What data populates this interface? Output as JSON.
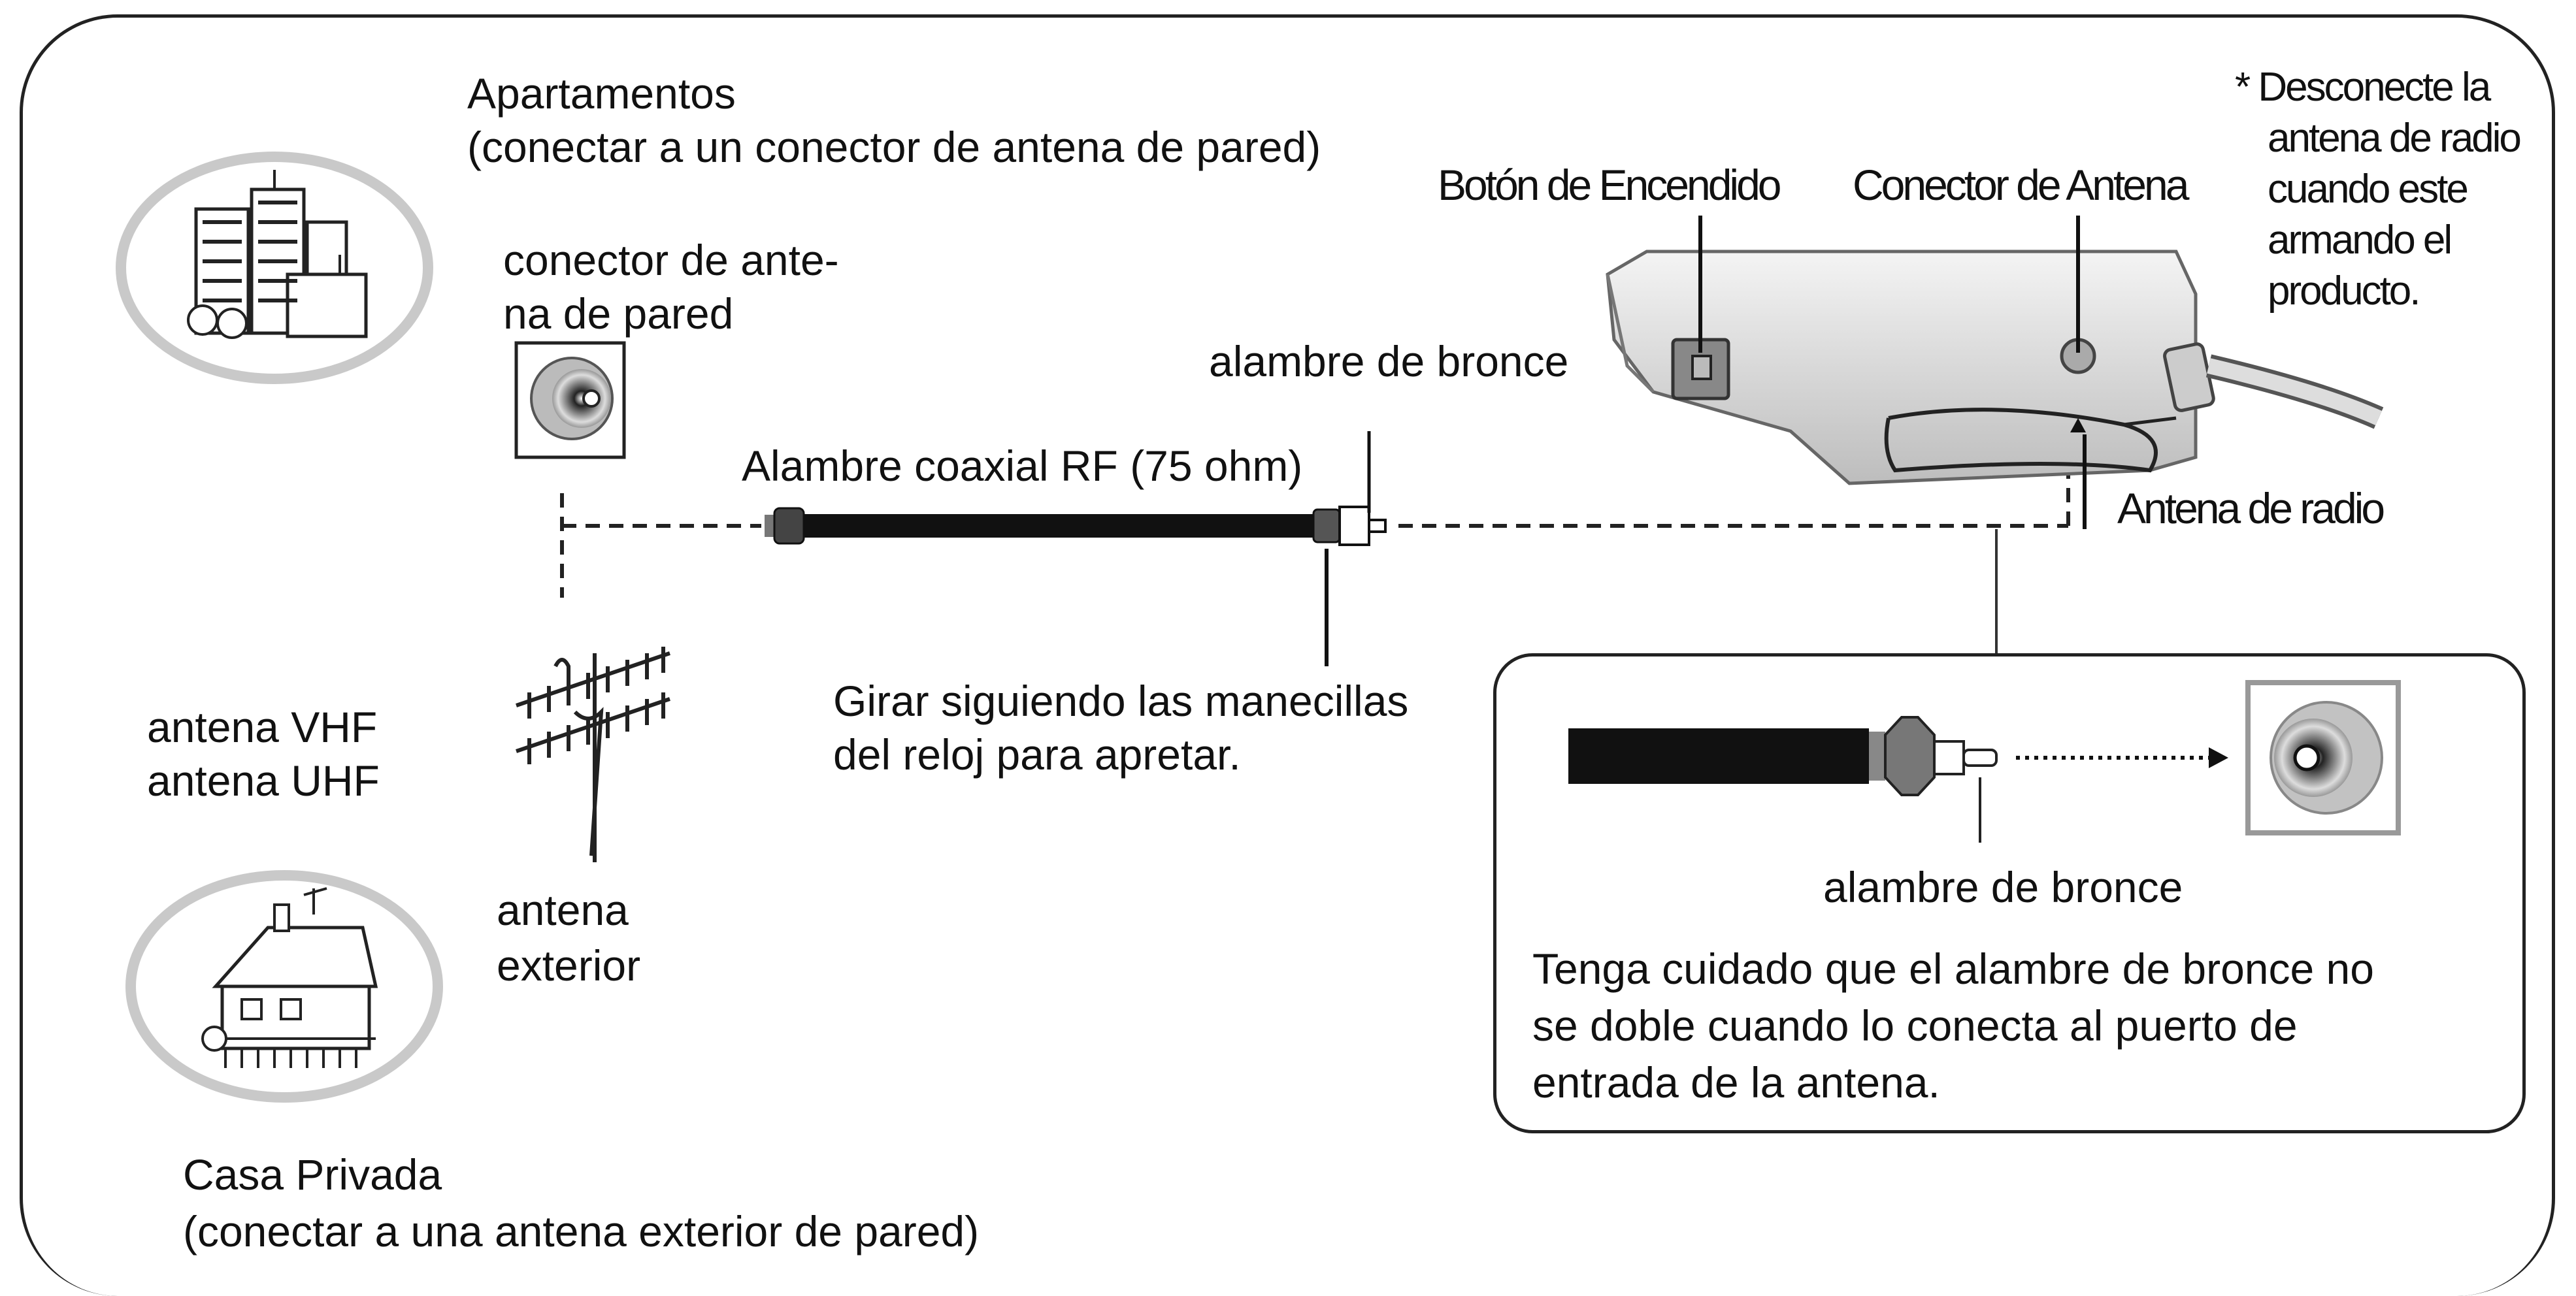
{
  "labels": {
    "apartments_title": "Apartamentos",
    "apartments_subtitle": "(conectar a un conector de antena de pared)",
    "wall_connector_line1": "conector de ante-",
    "wall_connector_line2": "na de pared",
    "power_button": "Botón de Encendido",
    "antenna_connector": "Conector de Antena",
    "note_line1": "* Desconecte la",
    "note_line2": "antena de radio",
    "note_line3": "cuando este",
    "note_line4": "armando el",
    "note_line5": "producto.",
    "brass_wire_top": "alambre de bronce",
    "coax_cable": "Alambre coaxial RF (75 ohm)",
    "radio_antenna": "Antena de radio",
    "rotate_line1": "Girar siguiendo las manecillas",
    "rotate_line2": "del reloj para apretar.",
    "vhf_antenna": "antena VHF",
    "uhf_antenna": "antena UHF",
    "outdoor_line1": "antena",
    "outdoor_line2": "exterior",
    "brass_wire_inset": "alambre de bronce",
    "caution_line1": "Tenga cuidado que el alambre de bronce no",
    "caution_line2": "se doble cuando lo conecta al puerto de",
    "caution_line3": "entrada de la antena.",
    "house_title": "Casa Privada",
    "house_subtitle": "(conectar a una antena exterior de pared)"
  }
}
